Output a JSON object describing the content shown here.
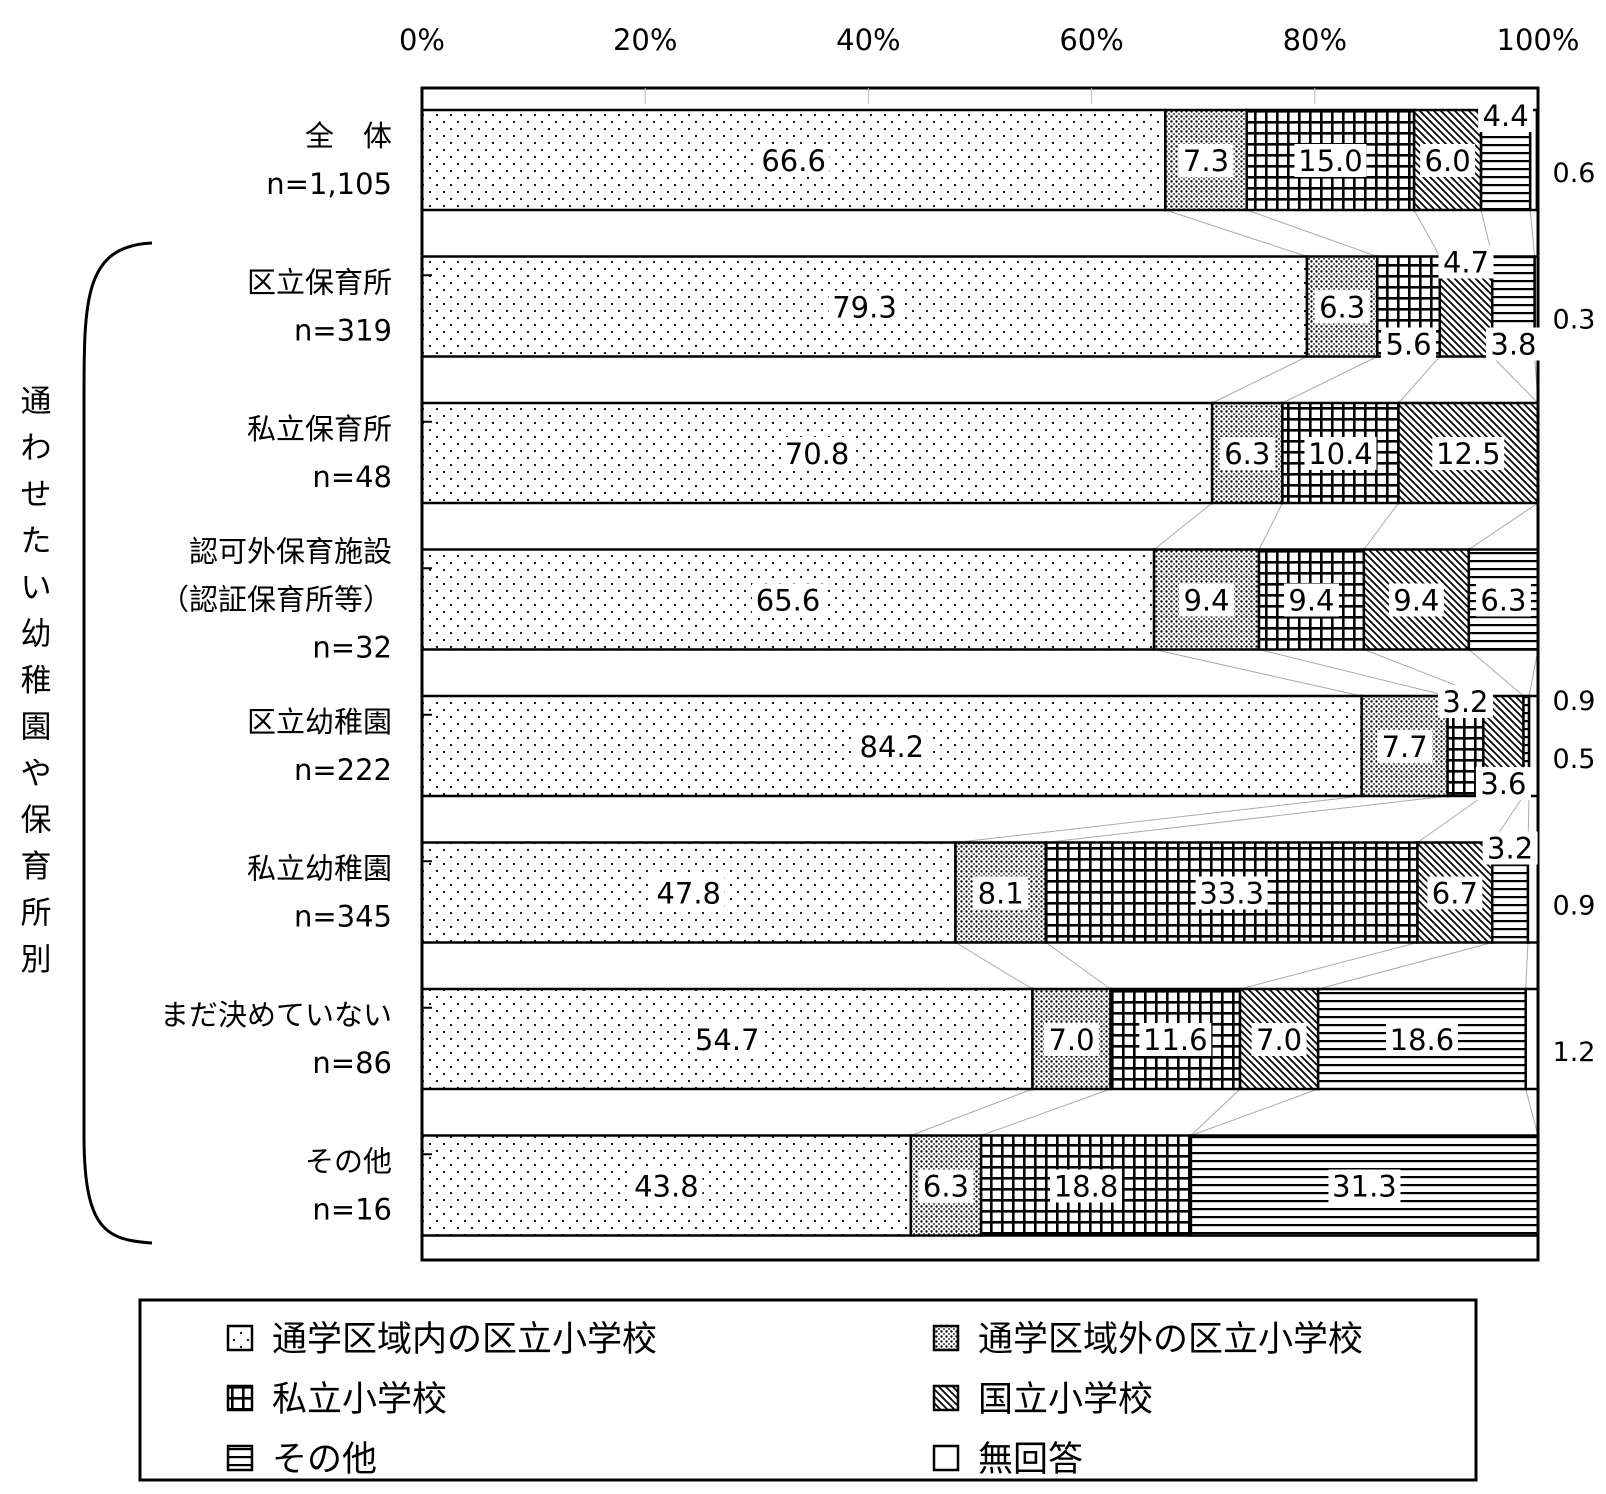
{
  "chart_data": {
    "type": "bar",
    "orientation": "horizontal",
    "stacked": true,
    "percent_axis": true,
    "x_ticks": [
      "0%",
      "20%",
      "40%",
      "60%",
      "80%",
      "100%"
    ],
    "xlim": [
      0,
      100
    ],
    "grid": false,
    "group_label": "通わせたい幼稚園や保育所別",
    "categories": [
      {
        "name": "全　体",
        "n": "n=1,105"
      },
      {
        "name": "区立保育所",
        "n": "n=319"
      },
      {
        "name": "私立保育所",
        "n": "n=48"
      },
      {
        "name": "認可外保育施設",
        "name2": "（認証保育所等）",
        "n": "n=32"
      },
      {
        "name": "区立幼稚園",
        "n": "n=222"
      },
      {
        "name": "私立幼稚園",
        "n": "n=345"
      },
      {
        "name": "まだ決めていない",
        "n": "n=86"
      },
      {
        "name": "その他",
        "n": "n=16"
      }
    ],
    "series": [
      {
        "name": "通学区域内の区立小学校",
        "pattern": "dots",
        "values": [
          66.6,
          79.3,
          70.8,
          65.6,
          84.2,
          47.8,
          54.7,
          43.8
        ]
      },
      {
        "name": "通学区域外の区立小学校",
        "pattern": "dense-dots",
        "values": [
          7.3,
          6.3,
          6.3,
          9.4,
          7.7,
          8.1,
          7.0,
          6.3
        ]
      },
      {
        "name": "私立小学校",
        "pattern": "grid",
        "values": [
          15.0,
          5.6,
          10.4,
          9.4,
          3.2,
          33.3,
          11.6,
          18.8
        ]
      },
      {
        "name": "国立小学校",
        "pattern": "diagonal",
        "values": [
          6.0,
          4.7,
          12.5,
          9.4,
          3.6,
          6.7,
          7.0,
          0
        ]
      },
      {
        "name": "その他",
        "pattern": "horizontal",
        "values": [
          4.4,
          3.8,
          0,
          6.3,
          0.5,
          3.2,
          18.6,
          31.3
        ]
      },
      {
        "name": "無回答",
        "pattern": "none",
        "values": [
          0.6,
          0.3,
          0,
          0,
          0.9,
          0.9,
          1.2,
          0
        ]
      }
    ],
    "value_labels": [
      [
        "66.6",
        "7.3",
        "15.0",
        "6.0",
        "4.4",
        "0.6"
      ],
      [
        "79.3",
        "6.3",
        "5.6",
        "4.7",
        "3.8",
        "0.3"
      ],
      [
        "70.8",
        "6.3",
        "10.4",
        "12.5",
        "",
        ""
      ],
      [
        "65.6",
        "9.4",
        "9.4",
        "9.4",
        "6.3",
        ""
      ],
      [
        "84.2",
        "7.7",
        "3.2",
        "3.6",
        "0.5",
        "0.9"
      ],
      [
        "47.8",
        "8.1",
        "33.3",
        "6.7",
        "3.2",
        "0.9"
      ],
      [
        "54.7",
        "7.0",
        "11.6",
        "7.0",
        "18.6",
        "1.2"
      ],
      [
        "43.8",
        "6.3",
        "18.8",
        "",
        "31.3",
        ""
      ]
    ],
    "label_placement": [
      [
        "in",
        "in",
        "in",
        "in",
        "above",
        "right"
      ],
      [
        "in",
        "in",
        "below",
        "above",
        "below",
        "right"
      ],
      [
        "in",
        "in",
        "in",
        "in",
        "",
        ""
      ],
      [
        "in",
        "in",
        "in",
        "in",
        "in",
        ""
      ],
      [
        "in",
        "in",
        "above",
        "below",
        "right",
        "above-right"
      ],
      [
        "in",
        "in",
        "in",
        "in",
        "above",
        "right"
      ],
      [
        "in",
        "in",
        "in",
        "in",
        "in",
        "right"
      ],
      [
        "in",
        "in",
        "in",
        "",
        "in",
        ""
      ]
    ],
    "legend_position": "bottom",
    "legend_columns": 2
  }
}
